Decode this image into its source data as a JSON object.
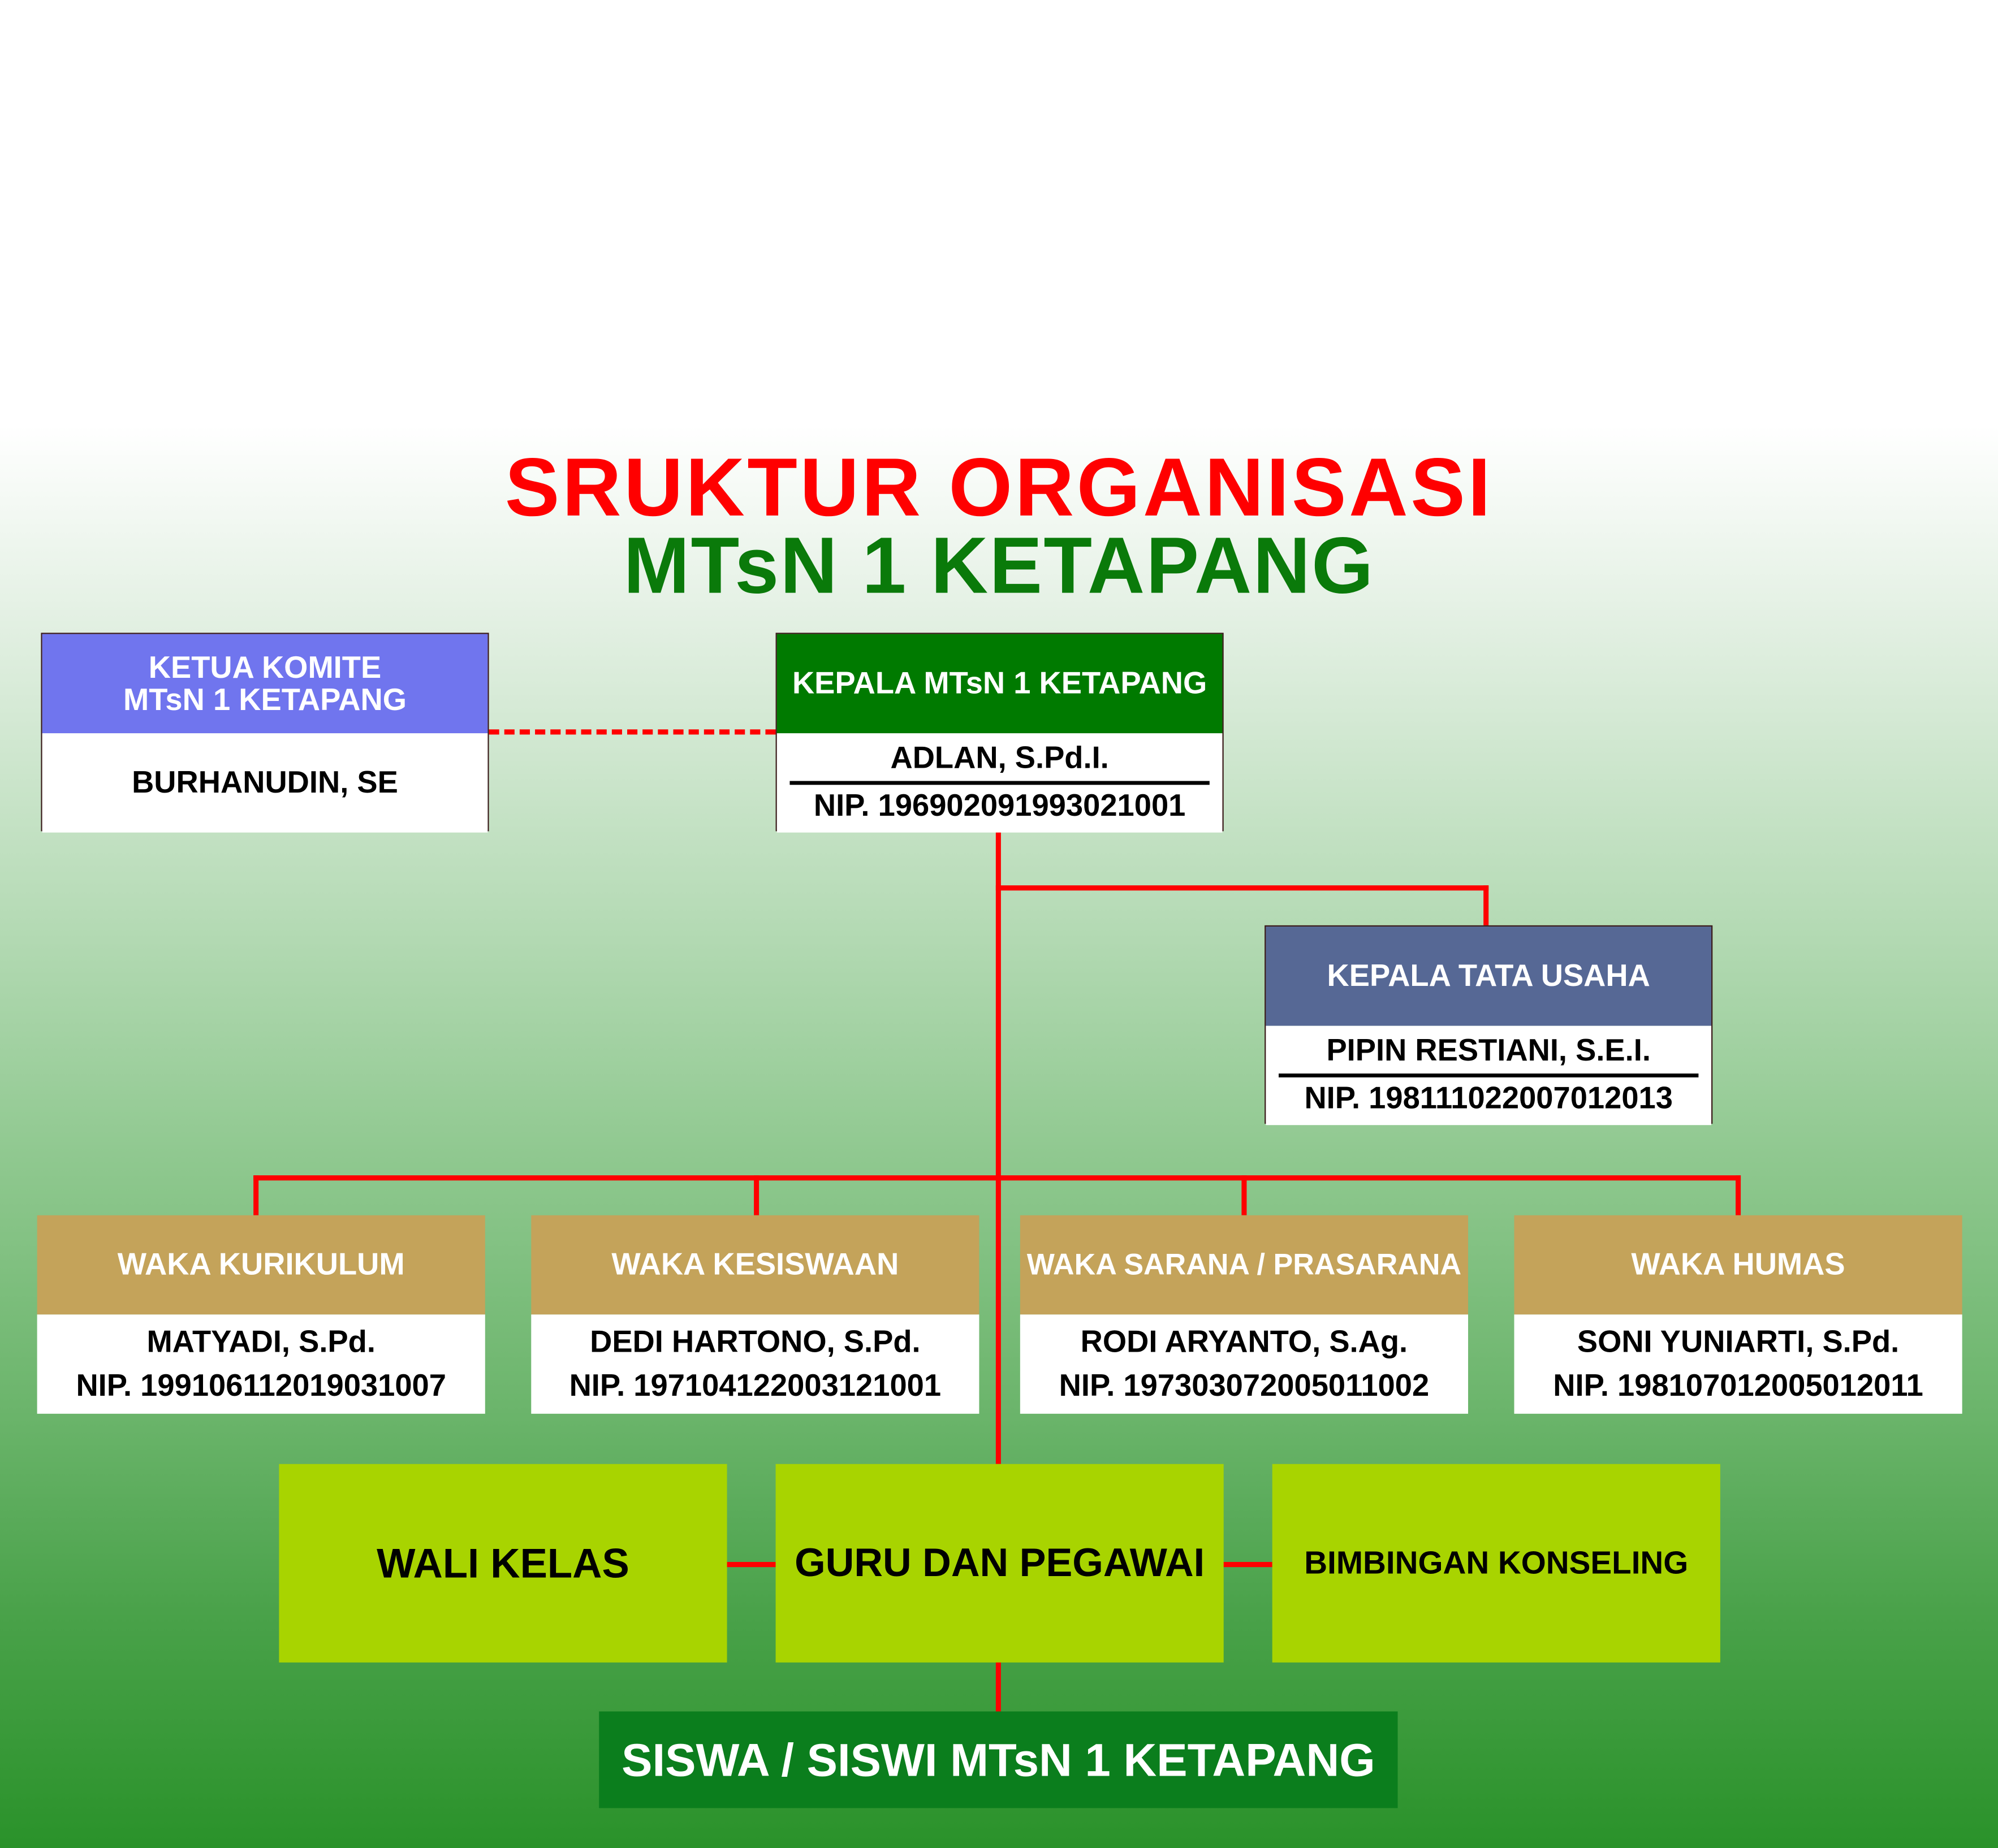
{
  "title": {
    "line1": "SRUKTUR ORGANISASI",
    "line2": "MTsN 1 KETAPANG"
  },
  "colors": {
    "title_red": "#ff0000",
    "title_green": "#0a7a0a",
    "connector": "#ff0000",
    "komite": "#7075ee",
    "kepala": "#007a00",
    "ktu": "#566895",
    "waka": "#c4a35a",
    "lime": "#a8d400",
    "siswa": "#0b7e1d"
  },
  "komite": {
    "title_line1": "KETUA KOMITE",
    "title_line2": "MTsN 1 KETAPANG",
    "name": "BURHANUDIN, SE"
  },
  "kepala": {
    "title": "KEPALA MTsN 1 KETAPANG",
    "name": "ADLAN, S.Pd.I.",
    "nip": "NIP. 196902091993021001"
  },
  "ktu": {
    "title": "KEPALA TATA USAHA",
    "name": "PIPIN RESTIANI, S.E.I.",
    "nip": "NIP. 198111022007012013"
  },
  "waka": [
    {
      "title": "WAKA KURIKULUM",
      "name": "MATYADI, S.Pd.",
      "nip": "NIP. 199106112019031007"
    },
    {
      "title": "WAKA KESISWAAN",
      "name": "DEDI HARTONO, S.Pd.",
      "nip": "NIP. 197104122003121001"
    },
    {
      "title": "WAKA SARANA / PRASARANA",
      "name": "RODI ARYANTO, S.Ag.",
      "nip": "NIP. 197303072005011002"
    },
    {
      "title": "WAKA HUMAS",
      "name": "SONI YUNIARTI, S.Pd.",
      "nip": "NIP. 198107012005012011"
    }
  ],
  "units": {
    "wali_kelas": "WALI KELAS",
    "guru": "GURU DAN PEGAWAI",
    "bk": "BIMBINGAN KONSELING"
  },
  "siswa": "SISWA / SISWI MTsN 1 KETAPANG"
}
